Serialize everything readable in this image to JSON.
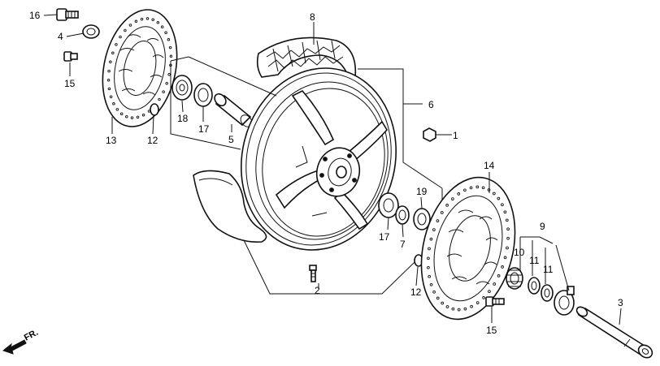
{
  "diagram": {
    "callouts": {
      "c1": "1",
      "c2": "2",
      "c3": "3",
      "c4": "4",
      "c5": "5",
      "c6": "6",
      "c7": "7",
      "c8": "8",
      "c9": "9",
      "c10": "10",
      "c11a": "11",
      "c11b": "11",
      "c12a": "12",
      "c12b": "12",
      "c13": "13",
      "c14": "14",
      "c15a": "15",
      "c15b": "15",
      "c16": "16",
      "c17a": "17",
      "c17b": "17",
      "c18": "18",
      "c19": "19"
    },
    "direction_label": "FR."
  }
}
